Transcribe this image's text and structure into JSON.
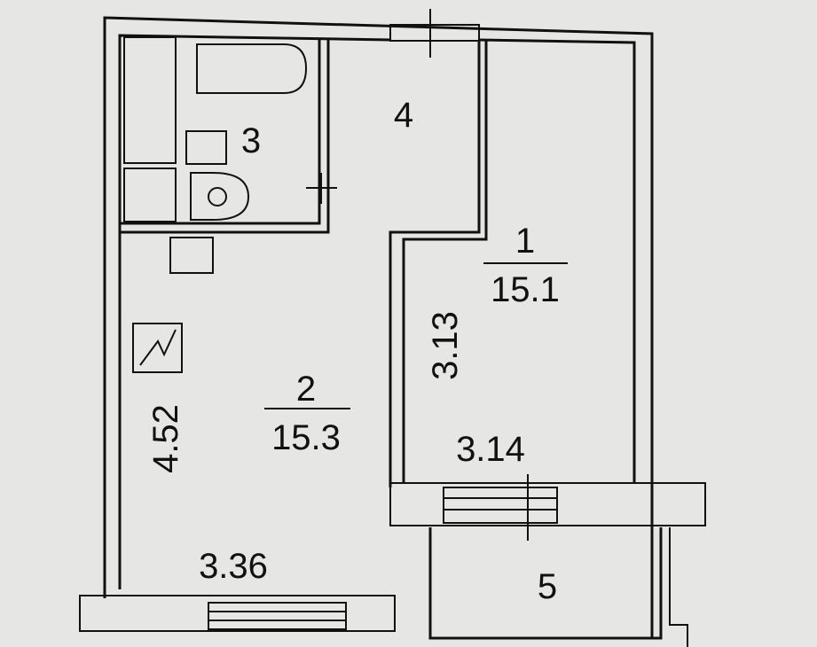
{
  "plan": {
    "rooms": [
      {
        "number": "1",
        "area": "15.1"
      },
      {
        "number": "2",
        "area": "15.3"
      },
      {
        "number": "3"
      },
      {
        "number": "4"
      },
      {
        "number": "5"
      }
    ],
    "dimensions": {
      "room1_length": "3.13",
      "room1_width": "3.14",
      "room2_length": "4.52",
      "room2_width": "3.36"
    }
  }
}
